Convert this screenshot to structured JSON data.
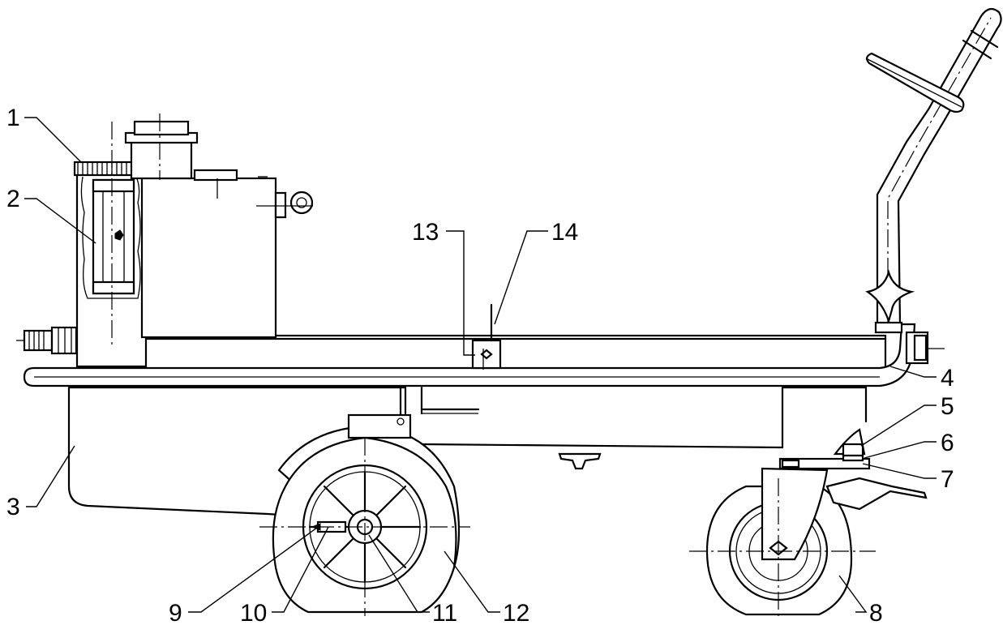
{
  "figure": {
    "description_colors": {
      "line": "#000000",
      "background": "#ffffff"
    }
  },
  "callouts": [
    {
      "id": "c1",
      "label": "1"
    },
    {
      "id": "c2",
      "label": "2"
    },
    {
      "id": "c3",
      "label": "3"
    },
    {
      "id": "c4",
      "label": "4"
    },
    {
      "id": "c5",
      "label": "5"
    },
    {
      "id": "c6",
      "label": "6"
    },
    {
      "id": "c7",
      "label": "7"
    },
    {
      "id": "c8",
      "label": "8"
    },
    {
      "id": "c9",
      "label": "9"
    },
    {
      "id": "c10",
      "label": "10"
    },
    {
      "id": "c11",
      "label": "11"
    },
    {
      "id": "c12",
      "label": "12"
    },
    {
      "id": "c13",
      "label": "13"
    },
    {
      "id": "c14",
      "label": "14"
    }
  ]
}
